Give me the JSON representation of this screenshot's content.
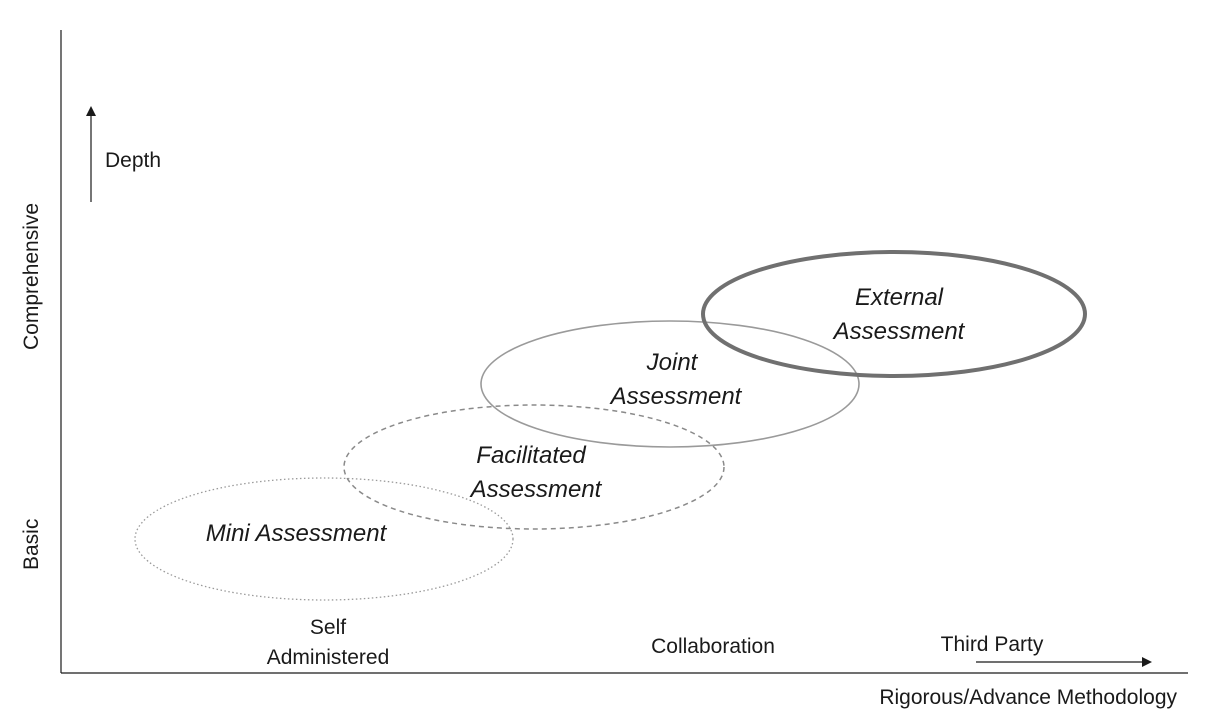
{
  "axes": {
    "y_low_label": "Basic",
    "y_high_label": "Comprehensive",
    "depth_label": "Depth",
    "x_axis_label": "Rigorous/Advance Methodology"
  },
  "x_categories": {
    "self_line1": "Self",
    "self_line2": "Administered",
    "collaboration": "Collaboration",
    "third_party": "Third Party"
  },
  "assessments": {
    "mini": "Mini Assessment",
    "facilitated_line1": "Facilitated",
    "facilitated_line2": "Assessment",
    "joint_line1": "Joint",
    "joint_line2": "Assessment",
    "external_line1": "External",
    "external_line2": "Assessment"
  },
  "colors": {
    "line": "#1a1a1a",
    "ellipse_light": "#9a9a9a",
    "ellipse_dark": "#707070"
  }
}
